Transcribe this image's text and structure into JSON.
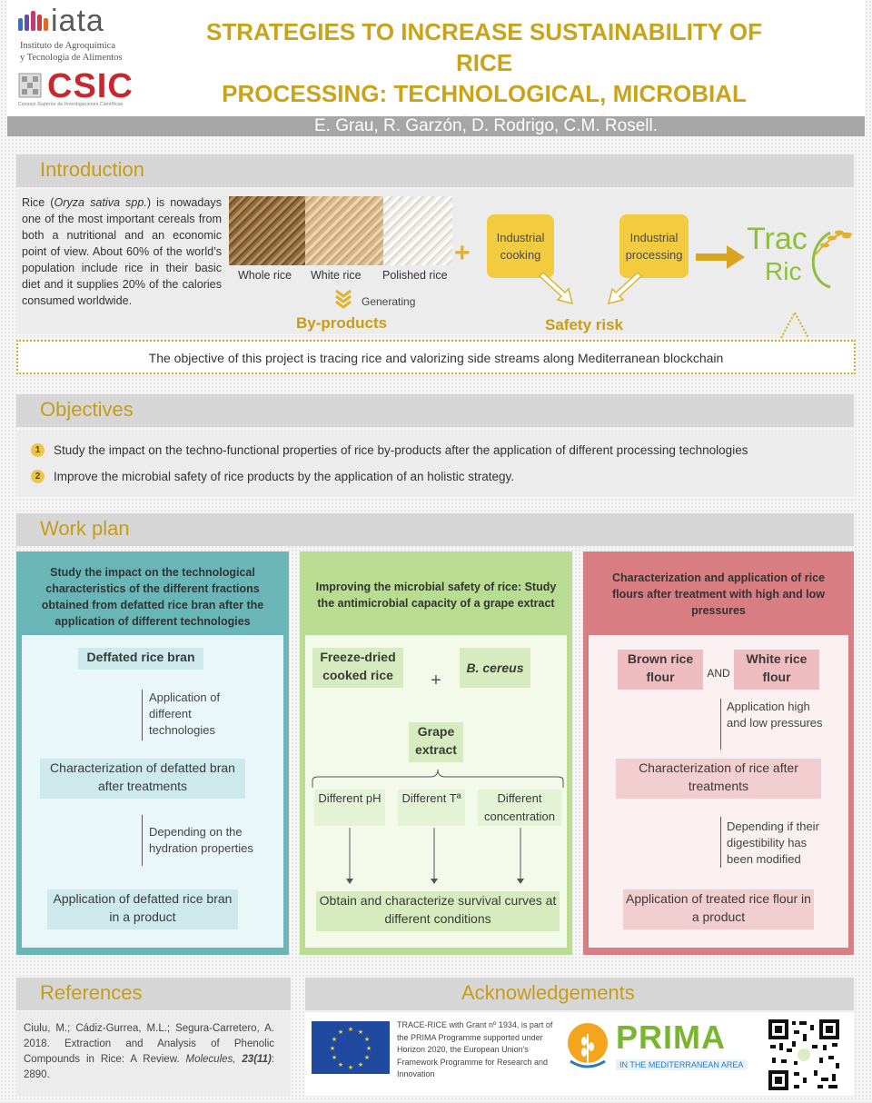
{
  "header": {
    "iata_word": "iata",
    "iata_sub_line1": "Instituto de Agroquímica",
    "iata_sub_line2": "y Tecnología de Alimentos",
    "csic_word": "CSIC",
    "csic_sub": "Consejo Superior de Investigaciones Científicas",
    "title_line1": "STRATEGIES TO INCREASE SUSTAINABILITY OF RICE",
    "title_line2": "PROCESSING: TECHNOLOGICAL, MICROBIAL",
    "title_line3": "AND NUTRITIONAL APPROACH",
    "authors": "E. Grau, R. Garzón, D. Rodrigo, C.M. Rosell."
  },
  "introduction": {
    "heading": "Introduction",
    "text_pre": "Rice (",
    "text_species": "Oryza sativa spp.",
    "text_post": ") is nowadays one of the most important cereals from both a nutritional and an economic point of view. About 60% of the world’s population include rice in their basic diet and it supplies 20% of the calories consumed worldwide.",
    "photo_labels": [
      "Whole rice",
      "White rice",
      "Polished rice"
    ],
    "generating": "Generating",
    "byproducts": "By-products",
    "box_cooking": "Industrial cooking",
    "box_processing": "Industrial processing",
    "safety_risk": "Safety risk",
    "logo_top": "Trac",
    "logo_bottom": "Ric",
    "objective": "The objective of this project is tracing rice and valorizing side streams along Mediterranean blockchain"
  },
  "objectives": {
    "heading": "Objectives",
    "items": [
      {
        "num": "1",
        "text": "Study the impact on the techno-functional properties of rice by-products after the application of different processing technologies"
      },
      {
        "num": "2",
        "text": "Improve the microbial safety of rice products by the application of an holistic strategy."
      }
    ]
  },
  "workplan": {
    "heading": "Work plan",
    "col1": {
      "title": "Study the impact on the technological characteristics of the different fractions obtained from defatted rice bran after the application of different technologies",
      "box1": "Deffated rice bran",
      "note1": "Application of different technologies",
      "box2": "Characterization of defatted bran after treatments",
      "note2": "Depending on the hydration properties",
      "box3": "Application of defatted rice bran in a product"
    },
    "col2": {
      "title": "Improving the microbial safety of rice: Study the antimicrobial capacity of a grape extract",
      "box_freeze": "Freeze-dried cooked rice",
      "plus": "+",
      "box_cereus": "B. cereus",
      "box_grape": "Grape extract",
      "cond1": "Different pH",
      "cond2": "Different Tª",
      "cond3": "Different concentration",
      "box_result": "Obtain and characterize survival curves at different conditions"
    },
    "col3": {
      "title": "Characterization and application of rice flours after treatment with high and low pressures",
      "box_brown": "Brown rice flour",
      "and": "AND",
      "box_white": "White rice flour",
      "note1": "Application high and low pressures",
      "box2": "Characterization of rice after treatments",
      "note2": "Depending if their digestibility has been modified",
      "box3": "Application of treated rice flour in a product"
    }
  },
  "references": {
    "heading": "References",
    "text_pre": "Ciulu, M.; Cádiz-Gurrea, M.L.; Segura-Carretero, A. 2018. Extraction and Analysis of Phenolic Compounds in Rice: A Review. ",
    "journal": "Molecules,",
    "volume": "23(11)",
    "pages": ": 2890."
  },
  "acknowledgements": {
    "heading": "Acknowledgements",
    "text": "TRACE-RICE with Grant nº 1934, is part of the PRIMA Programme supported under Horizon 2020, the European Union’s Framework Programme for Research and Innovation",
    "prima": "PRIMA",
    "prima_sub": "IN THE MEDITERRANEAN AREA"
  }
}
